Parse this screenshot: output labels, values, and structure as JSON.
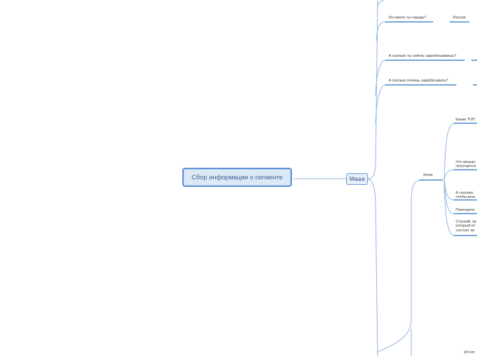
{
  "root": {
    "title": "Сбор информации о сегменте"
  },
  "person_node": {
    "label": "Маша"
  },
  "questions": [
    {
      "text": "Из какого ты города?",
      "answer": "Россия"
    },
    {
      "text": "А сколько ты сейчас зарабатываешь?"
    },
    {
      "text": "А сколько хочешь зарабатывать?"
    }
  ],
  "pain_group": {
    "label": "Боли",
    "items": [
      "Какие ТОП",
      "Что мешае получается",
      "А сколько чтобы реш",
      "Повторите",
      "Слушай, эр который ит состоит из"
    ]
  },
  "bottom_partial": "(И пот"
}
